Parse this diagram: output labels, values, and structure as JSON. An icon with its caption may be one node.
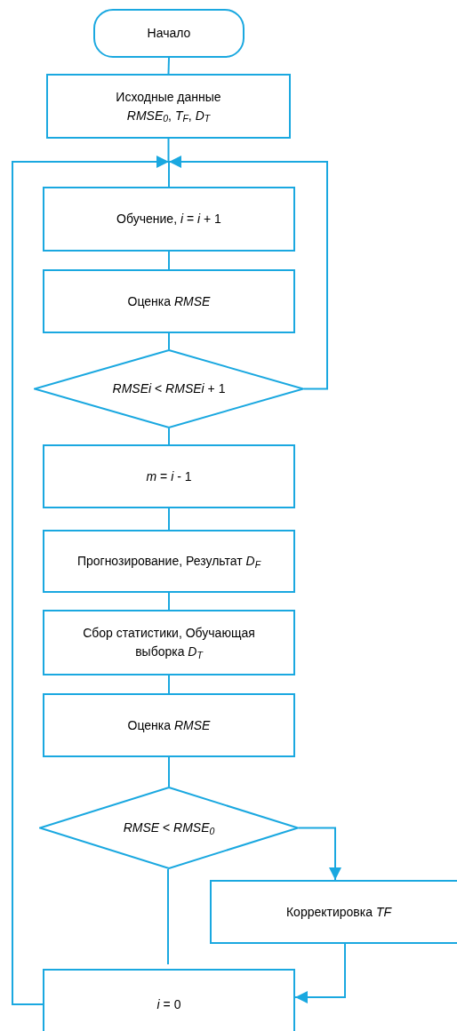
{
  "diagram": {
    "nodes": [
      {
        "text": [
          "Начало"
        ]
      },
      {
        "text": [
          "Исходные данные",
          "*RMSE$_{0}$*, *T$_{F}$*, *D$_{T}$*"
        ]
      },
      {
        "text": [
          "Обучение, *i* = *i* + 1"
        ]
      },
      {
        "text": [
          "Оценка *RMSE*"
        ]
      },
      {
        "text": [
          "*RMSEi* < *RMSEi* + 1"
        ]
      },
      {
        "text": [
          "*m* = *i* - 1"
        ]
      },
      {
        "text": [
          "Прогнозирование, Результат *D$_{F}$*"
        ]
      },
      {
        "text": [
          "Сбор статистики, Обучающая выборка *D$_{T}$*"
        ]
      },
      {
        "text": [
          "Оценка *RMSE*"
        ]
      },
      {
        "text": [
          "*RMSE* < *RMSE$_{0}$*"
        ]
      },
      {
        "text": [
          "Корректировка *TF*"
        ]
      },
      {
        "text": [
          "*i* = 0"
        ]
      }
    ],
    "edges": [
      {
        "from": 0,
        "to": 1,
        "arrow": "none"
      },
      {
        "from": 1,
        "to": 2,
        "arrow": "none"
      },
      {
        "from": 2,
        "to": 3,
        "arrow": "none"
      },
      {
        "from": 3,
        "to": 4,
        "arrow": "none"
      },
      {
        "from": 4,
        "to": 2,
        "arrow": "to"
      },
      {
        "from": 4,
        "to": 5,
        "arrow": "none"
      },
      {
        "from": 5,
        "to": 6,
        "arrow": "none"
      },
      {
        "from": 6,
        "to": 7,
        "arrow": "none"
      },
      {
        "from": 7,
        "to": 8,
        "arrow": "none"
      },
      {
        "from": 8,
        "to": 9,
        "arrow": "none"
      },
      {
        "from": 9,
        "to": 10,
        "arrow": "to"
      },
      {
        "from": 9,
        "to": 11,
        "arrow": "none"
      },
      {
        "from": 10,
        "to": 11,
        "arrow": "to"
      },
      {
        "from": 11,
        "to": 2,
        "arrow": "to"
      }
    ]
  }
}
